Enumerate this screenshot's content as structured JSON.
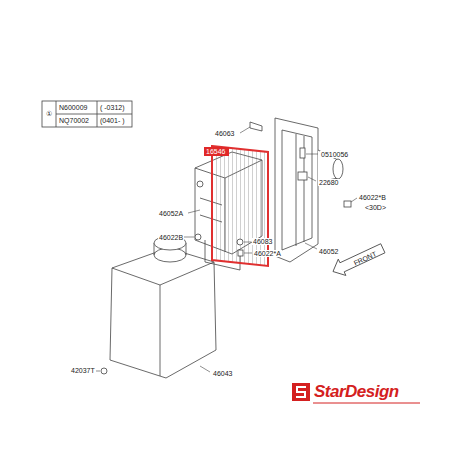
{
  "diagram": {
    "nodes": [
      {
        "text": [
          "16546"
        ]
      }
    ],
    "labels": [
      "①",
      "N600009",
      "( -0312)",
      "NQ70002",
      "(0401- )",
      "46063",
      "0510056",
      "22680",
      "46022*B",
      "<30D>",
      "46052",
      "46052A",
      "46022B",
      "46083",
      "46022*A",
      "FRONT",
      "42037T",
      "46043",
      "StarDesign"
    ]
  }
}
